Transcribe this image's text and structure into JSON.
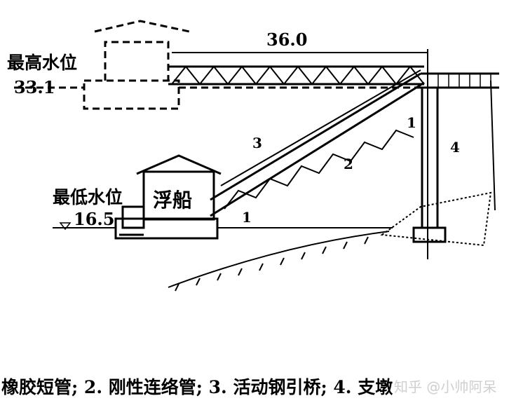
{
  "labels": {
    "span": "36.0",
    "high_water_label": "最高水位",
    "high_water_value": "33.1",
    "low_water_label": "最低水位",
    "low_water_value": "16.5",
    "pontoon": "浮船",
    "n1a": "1",
    "n1b": "1",
    "n2": "2",
    "n3": "3",
    "n4": "4"
  },
  "caption": "橡胶短管; 2. 刚性连络管; 3. 活动钢引桥; 4. 支墩",
  "watermark": "知乎 @小帅阿呆"
}
